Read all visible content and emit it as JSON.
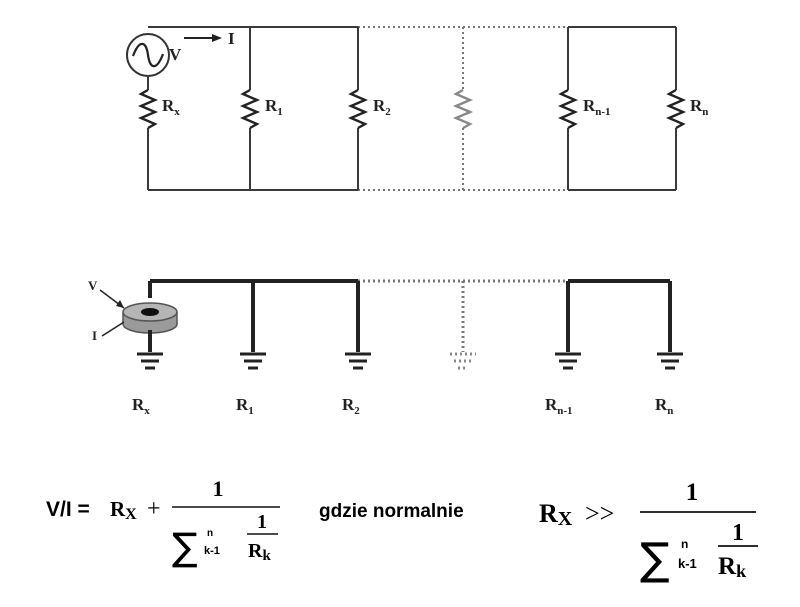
{
  "top_circuit": {
    "source_label": "V",
    "current_label": "I",
    "resistors": [
      {
        "base": "R",
        "sub": "x"
      },
      {
        "base": "R",
        "sub": "1"
      },
      {
        "base": "R",
        "sub": "2"
      },
      {
        "base": "",
        "sub": ""
      },
      {
        "base": "R",
        "sub": "n-1"
      },
      {
        "base": "R",
        "sub": "n"
      }
    ]
  },
  "bottom_circuit": {
    "v_label": "V",
    "i_label": "I",
    "grounds": [
      {
        "base": "R",
        "sub": "x"
      },
      {
        "base": "R",
        "sub": "1"
      },
      {
        "base": "R",
        "sub": "2"
      },
      {
        "base": "",
        "sub": ""
      },
      {
        "base": "R",
        "sub": "n-1"
      },
      {
        "base": "R",
        "sub": "n"
      }
    ]
  },
  "formula": {
    "lhs": "V/I =",
    "rx_base": "R",
    "rx_sub": "X",
    "plus": "+",
    "numerator": "1",
    "sum_symbol": "∑",
    "sum_upper": "n",
    "sum_lower": "k-1",
    "inner_num": "1",
    "rk_base": "R",
    "rk_sub": "k",
    "connector": "gdzie normalnie",
    "rhs_rx_base": "R",
    "rhs_rx_sub": "X",
    "much_greater": ">>",
    "rhs_numerator": "1",
    "rhs_sum_symbol": "∑",
    "rhs_sum_upper": "n",
    "rhs_sum_lower": "k-1",
    "rhs_inner_num": "1",
    "rhs_rk_base": "R",
    "rhs_rk_sub": "k"
  }
}
